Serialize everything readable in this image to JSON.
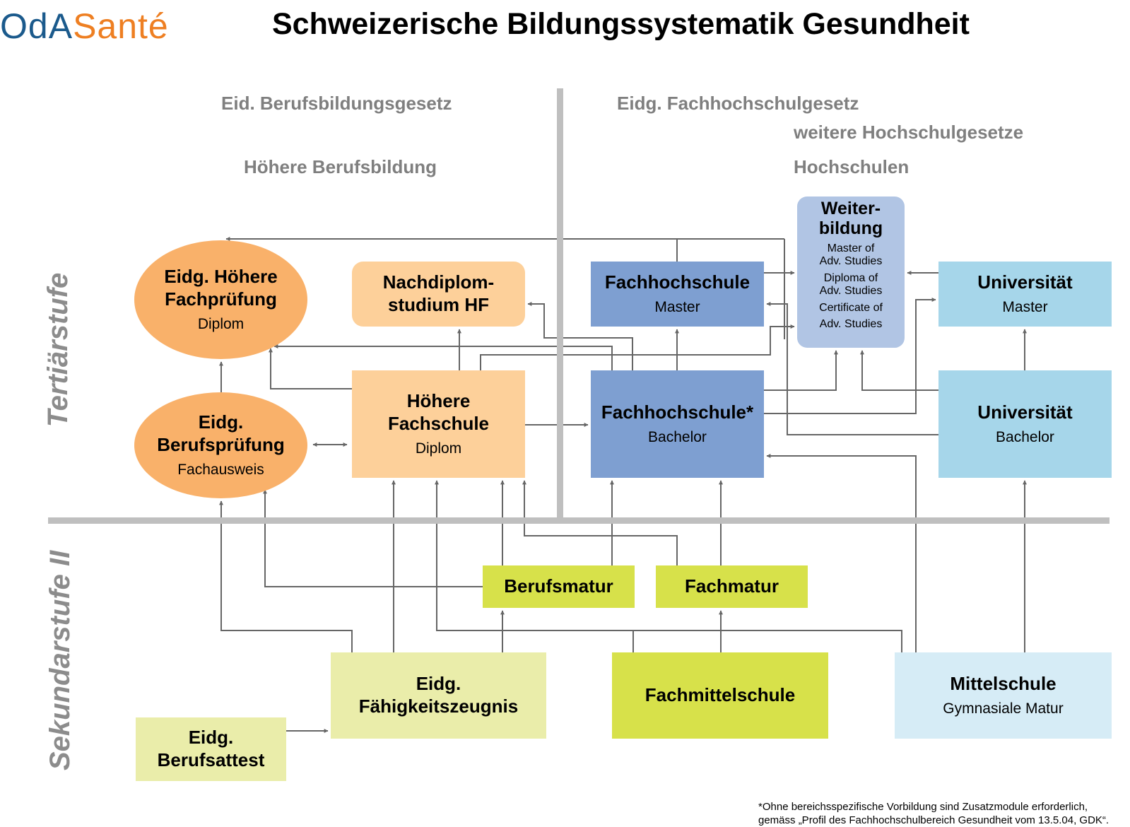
{
  "logo": {
    "part1": "OdA",
    "part2": "Santé"
  },
  "title": "Schweizerische Bildungssystematik Gesundheit",
  "headers": {
    "berufsbildungsgesetz": "Eid. Berufsbildungsgesetz",
    "fachhochschulgesetz": "Eidg. Fachhochschulgesetz",
    "hochschulgesetze": "weitere Hochschulgesetze",
    "hoehere_berufsbildung": "Höhere Berufsbildung",
    "hochschulen": "Hochschulen"
  },
  "levels": {
    "tertiaer": "Tertiärstufe",
    "sekundar": "Sekundarstufe II"
  },
  "nodes": {
    "hoehere_fachpruefung": {
      "title1": "Eidg. Höhere",
      "title2": "Fachprüfung",
      "sub": "Diplom"
    },
    "berufspruefung": {
      "title1": "Eidg.",
      "title2": "Berufsprüfung",
      "sub": "Fachausweis"
    },
    "nachdiplomstudium": {
      "title1": "Nachdiplom-",
      "title2": "studium HF"
    },
    "hoehere_fachschule": {
      "title1": "Höhere",
      "title2": "Fachschule",
      "sub": "Diplom"
    },
    "fh_master": {
      "title": "Fachhochschule",
      "sub": "Master"
    },
    "fh_bachelor": {
      "title": "Fachhochschule*",
      "sub": "Bachelor"
    },
    "weiterbildung": {
      "title1": "Weiter-",
      "title2": "bildung",
      "item1a": "Master of",
      "item1b": "Adv. Studies",
      "item2a": "Diploma of",
      "item2b": "Adv. Studies",
      "item3a": "Certificate of",
      "item3b": "Adv. Studies"
    },
    "uni_master": {
      "title": "Universität",
      "sub": "Master"
    },
    "uni_bachelor": {
      "title": "Universität",
      "sub": "Bachelor"
    },
    "berufsmatur": {
      "title": "Berufsmatur"
    },
    "fachmatur": {
      "title": "Fachmatur"
    },
    "faehigkeitszeugnis": {
      "title1": "Eidg.",
      "title2": "Fähigkeitszeugnis"
    },
    "fachmittelschule": {
      "title": "Fachmittelschule"
    },
    "mittelschule": {
      "title": "Mittelschule",
      "sub": "Gymnasiale Matur"
    },
    "berufsattest": {
      "title1": "Eidg.",
      "title2": "Berufsattest"
    }
  },
  "footnote": {
    "line1": "*Ohne bereichsspezifische Vorbildung sind Zusatzmodule erforderlich,",
    "line2": "gemäss „Profil des Fachhochschulbereich Gesundheit vom 13.5.04, GDK“."
  },
  "colors": {
    "ellipse_orange": "#f9b16a",
    "light_orange": "#fdd09a",
    "fh_blue": "#7e9fd1",
    "weiterbildung_blue": "#b1c5e4",
    "uni_blue": "#a6d6ea",
    "mittelschule_blue": "#d6ecf6",
    "lime": "#d7e14a",
    "light_lime": "#eaedaa",
    "divider_gray": "#bfbfbf",
    "arrow_gray": "#666666"
  }
}
